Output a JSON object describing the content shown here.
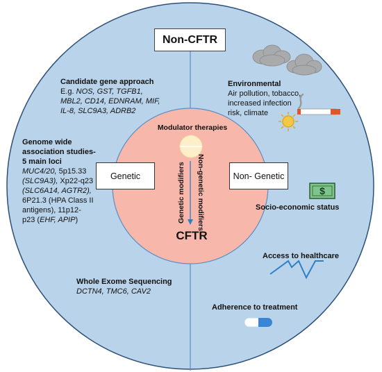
{
  "title": "Non-CFTR",
  "center_label": "CFTR",
  "modulator_label": "Modulator therapies",
  "genetic_box": "Genetic",
  "nongenetic_box": "Non- Genetic",
  "genetic_modifiers": "Genetic modifiers",
  "nongenetic_modifiers": "Non-genetic modifiers",
  "candidate": {
    "heading": "Candidate gene approach",
    "line1_prefix": "E.g. ",
    "line1_italic": "NOS, GST, TGFB1,",
    "line2": "MBL2, CD14, EDNRAM, MIF,",
    "line3": "IL-8, SLC9A3, ADRB2"
  },
  "gwas": {
    "heading1": "Genome wide",
    "heading2": "association studies-",
    "heading3": "5 main loci",
    "l1_italic": "MUC4/20,",
    "l1_rest": " 5p15.33",
    "l2_italic": "(SLC9A3),",
    "l2_rest": " Xp22-q23",
    "l3_italic": "(SLC6A14, AGTR2),",
    "l4": "6P21.3 (HPA Class II",
    "l5": "antigens), 11p12-",
    "l6_prefix": "p23 (",
    "l6_italic": "EHF, APIP",
    "l6_suffix": ")"
  },
  "wes": {
    "heading": "Whole Exome Sequencing",
    "line": "DCTN4, TMC6, CAV2"
  },
  "environmental": {
    "heading": "Environmental",
    "line1": "Air pollution, tobacco,",
    "line2": "increased infection",
    "line3": "risk, climate"
  },
  "socio": "Socio-economic status",
  "dollar": "$",
  "access": "Access to healthcare",
  "adherence": "Adherence to treatment",
  "colors": {
    "outer_fill": "#b9d4ea",
    "outer_stroke": "#2c4f7a",
    "inner_fill": "#f7b7ab",
    "divider": "#5a8fc4",
    "arrow": "#2f7fc4",
    "money": "#7fc48a",
    "access_line": "#2f7fc4",
    "pill_blue": "#3a86d4",
    "cigarette_tip": "#e0552a",
    "sun": "#f4c842",
    "cloud": "#a9aaab"
  },
  "icons": [
    "cloud-icon",
    "cigarette-icon",
    "sun-icon",
    "money-icon",
    "pulse-line-icon",
    "pill-icon",
    "tablet-icon"
  ]
}
